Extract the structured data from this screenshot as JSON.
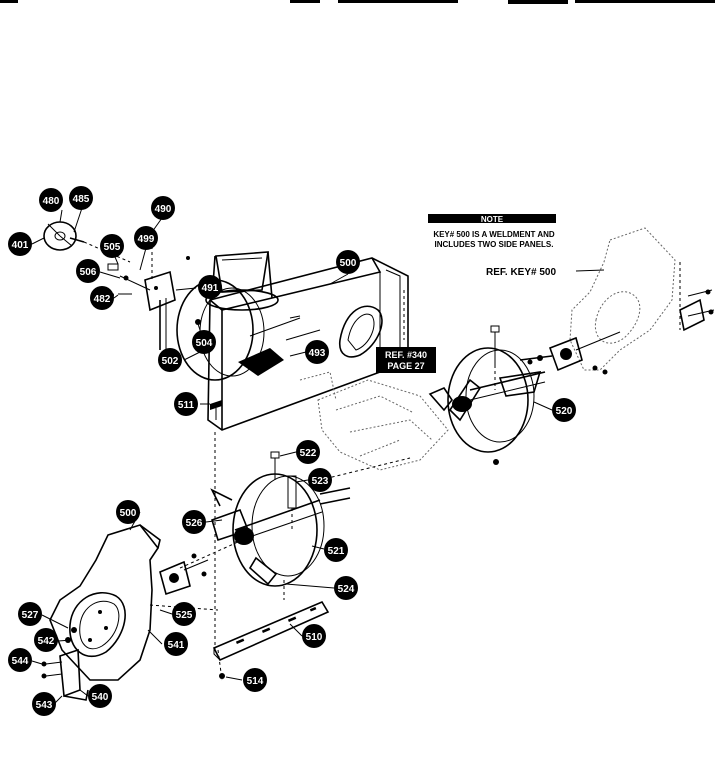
{
  "note": {
    "heading": "NOTE",
    "line1": "KEY# 500 IS A WELDMENT AND",
    "line2": "INCLUDES TWO SIDE PANELS."
  },
  "ref_key": "REF. KEY# 500",
  "ref_page": {
    "line1": "REF. #340",
    "line2": "PAGE 27"
  },
  "callouts": [
    {
      "id": "480"
    },
    {
      "id": "485"
    },
    {
      "id": "401"
    },
    {
      "id": "490"
    },
    {
      "id": "499"
    },
    {
      "id": "505"
    },
    {
      "id": "506"
    },
    {
      "id": "482"
    },
    {
      "id": "491"
    },
    {
      "id": "504"
    },
    {
      "id": "502"
    },
    {
      "id": "493"
    },
    {
      "id": "500"
    },
    {
      "id": "511"
    },
    {
      "id": "520"
    },
    {
      "id": "522"
    },
    {
      "id": "523"
    },
    {
      "id": "500"
    },
    {
      "id": "526"
    },
    {
      "id": "521"
    },
    {
      "id": "524"
    },
    {
      "id": "527"
    },
    {
      "id": "525"
    },
    {
      "id": "542"
    },
    {
      "id": "541"
    },
    {
      "id": "510"
    },
    {
      "id": "544"
    },
    {
      "id": "540"
    },
    {
      "id": "543"
    },
    {
      "id": "514"
    }
  ]
}
